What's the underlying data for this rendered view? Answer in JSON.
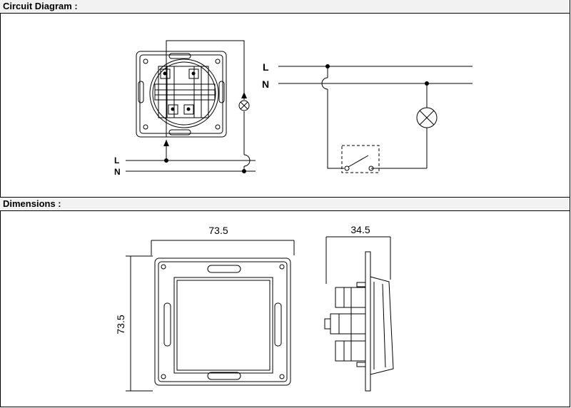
{
  "sections": {
    "circuit_title": "Circuit Diagram :",
    "dimensions_title": "Dimensions :"
  },
  "circuit": {
    "left_L": "L",
    "left_N": "N",
    "right_L": "L",
    "right_N": "N"
  },
  "dimensions": {
    "front_width": "73.5",
    "front_height": "73.5",
    "side_depth": "34.5"
  }
}
